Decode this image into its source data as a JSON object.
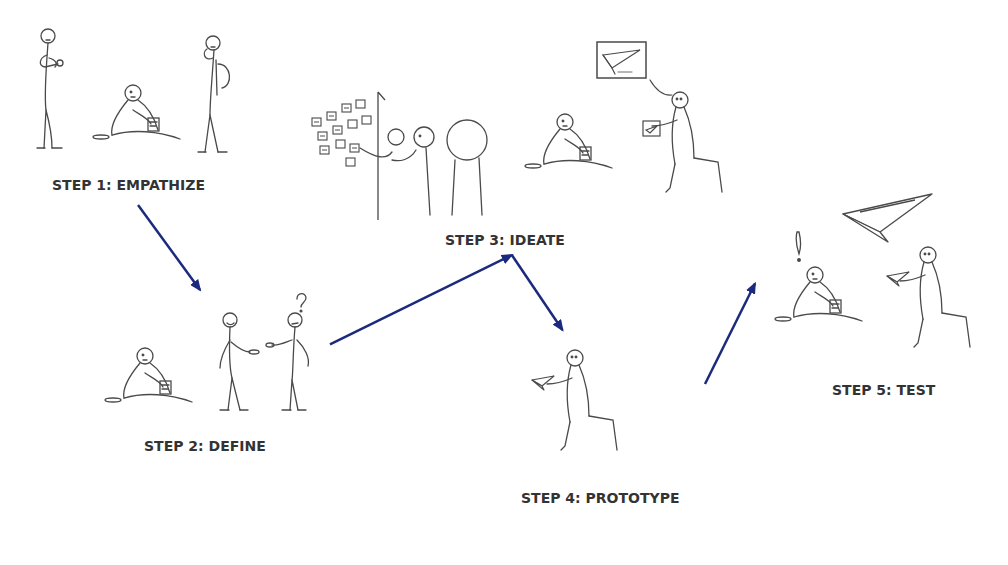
{
  "diagram": {
    "nodes": [
      {
        "text": [
          "STEP 1: EMPATHIZE"
        ]
      },
      {
        "text": [
          "STEP 2: DEFINE"
        ]
      },
      {
        "text": [
          "STEP 3: IDEATE"
        ]
      },
      {
        "text": [
          "STEP 4: PROTOTYPE"
        ]
      },
      {
        "text": [
          "STEP 5: TEST"
        ]
      }
    ],
    "edges": [
      {
        "from": 0,
        "to": 1,
        "arrow": "to"
      },
      {
        "from": 1,
        "to": 2,
        "arrow": "to"
      },
      {
        "from": 2,
        "to": 3,
        "arrow": "to"
      },
      {
        "from": 3,
        "to": 4,
        "arrow": "to"
      }
    ]
  }
}
